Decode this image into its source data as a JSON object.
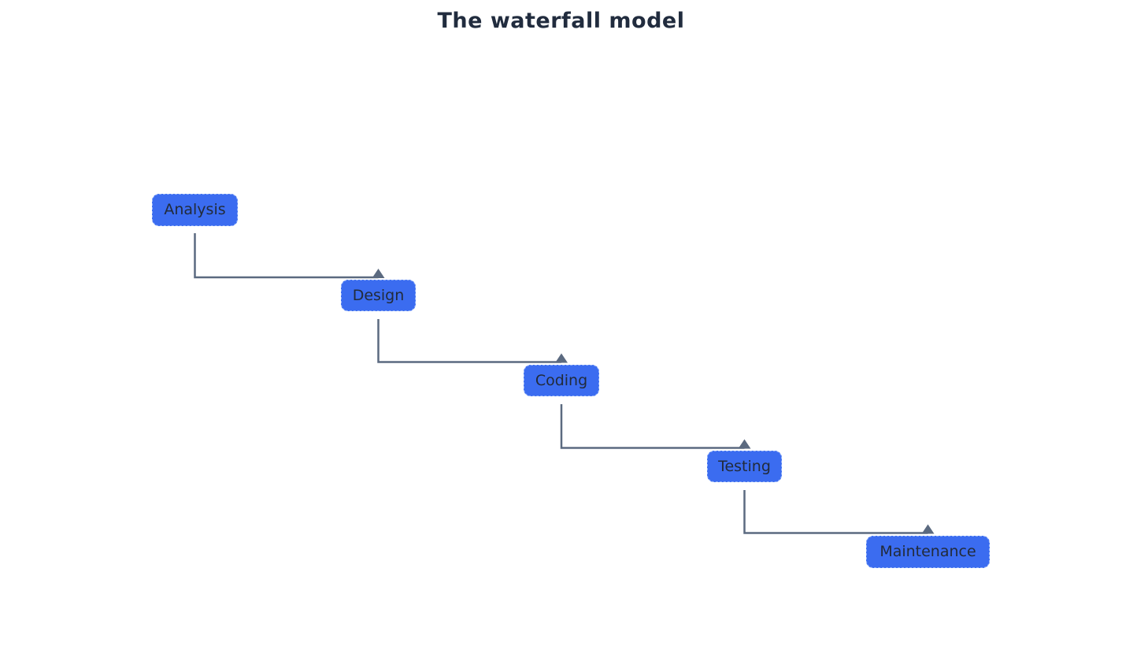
{
  "title": "The waterfall model",
  "diagram": {
    "type": "flowchart",
    "direction": "stepped-down-right",
    "nodes": [
      {
        "id": "analysis",
        "label": "Analysis"
      },
      {
        "id": "design",
        "label": "Design"
      },
      {
        "id": "coding",
        "label": "Coding"
      },
      {
        "id": "testing",
        "label": "Testing"
      },
      {
        "id": "maintenance",
        "label": "Maintenance"
      }
    ],
    "edges": [
      {
        "from": "analysis",
        "to": "design"
      },
      {
        "from": "design",
        "to": "coding"
      },
      {
        "from": "coding",
        "to": "testing"
      },
      {
        "from": "testing",
        "to": "maintenance"
      }
    ]
  },
  "colors": {
    "background": "#ffffff",
    "title": "#212c3e",
    "node-fill": "#3b6cf0",
    "node-text": "#222b3a",
    "node-border": "rgba(214,231,255,0.55)",
    "edge": "#5b6a80"
  }
}
